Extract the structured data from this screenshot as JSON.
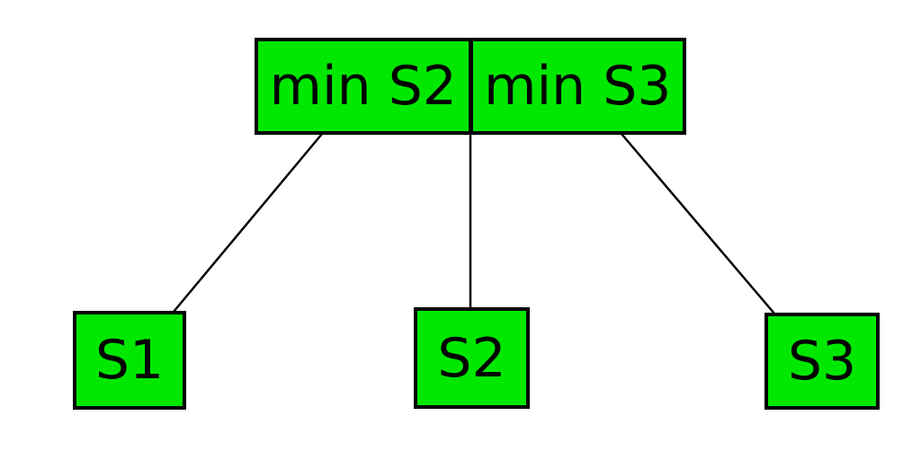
{
  "colors": {
    "background": "#ffffff",
    "node-fill": "#00e800",
    "node-border": "#000000",
    "edge": "#000000",
    "text": "#000000"
  },
  "tree": {
    "parents": [
      {
        "label": "min S2"
      },
      {
        "label": "min S3"
      }
    ],
    "leaves": [
      {
        "label": "S1"
      },
      {
        "label": "S2"
      },
      {
        "label": "S3"
      }
    ],
    "edges": [
      {
        "from": "min S2",
        "to": "S1"
      },
      {
        "from": "parent-row-center",
        "to": "S2"
      },
      {
        "from": "min S3",
        "to": "S3"
      }
    ]
  }
}
